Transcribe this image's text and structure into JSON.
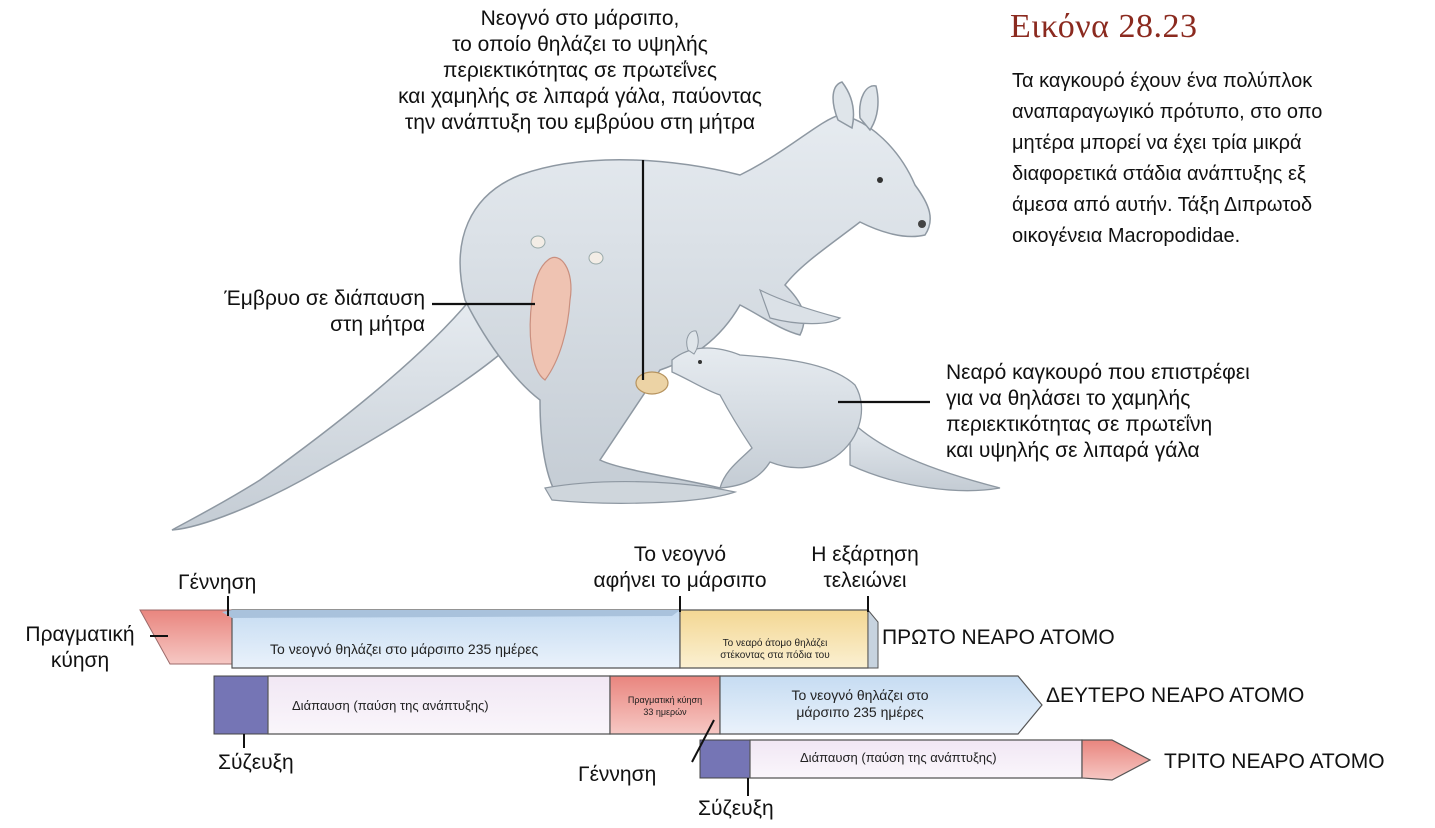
{
  "figure": {
    "title": "Εικόνα 28.23",
    "caption_lines": [
      "Τα καγκουρό έχουν ένα πολύπλοκ",
      "αναπαραγωγικό πρότυπο, στο οπο",
      "μητέρα μπορεί να έχει τρία μικρά",
      "διαφορετικά στάδια ανάπτυξης εξ",
      "άμεσα από αυτήν. Τάξη Διπρωτοδ",
      "οικογένεια Macropodidae."
    ]
  },
  "annotations": {
    "pouch_newborn": [
      "Νεογνό στο μάρσιπο,",
      "το οποίο θηλάζει το υψηλής",
      "περιεκτικότητας σε πρωτεΐνες",
      "και χαμηλής σε λιπαρά γάλα, παύοντας",
      "την ανάπτυξη του εμβρύου στη μήτρα"
    ],
    "diapause_embryo": [
      "Έμβρυο σε διάπαυση",
      "στη μήτρα"
    ],
    "young_joey": [
      "Νεαρό καγκουρό που επιστρέφει",
      "για να θηλάσει το χαμηλής",
      "περιεκτικότητας σε πρωτεΐνη",
      "και υψηλής σε λιπαρά γάλα"
    ]
  },
  "timeline": {
    "left_label": [
      "Πραγματική",
      "κύηση"
    ],
    "birth_top": "Γέννηση",
    "leaves_pouch": [
      "Το νεογνό",
      "αφήνει το μάρσιπο"
    ],
    "dependence_ends": [
      "Η εξάρτηση",
      "τελειώνει"
    ],
    "mating_1": "Σύζευξη",
    "birth_2": "Γέννηση",
    "mating_2": "Σύζευξη",
    "rows": [
      {
        "name": "ΠΡΩΤΟ ΝΕΑΡΟ ΑΤΟΜΟ",
        "main_text": "Το νεογνό θηλάζει στο μάρσιπο 235 ημέρες",
        "end_text": [
          "Το νεαρό άτομο θηλάζει",
          "στέκοντας στα πόδια του"
        ]
      },
      {
        "name": "ΔΕΥΤΕΡΟ ΝΕΑΡΟ ΑΤΟΜΟ",
        "main_text": "Διάπαυση (παύση της ανάπτυξης)",
        "mid_text": [
          "Πραγματική κύηση",
          "33 ημερών"
        ],
        "end_text": [
          "Το νεογνό θηλάζει στο",
          "μάρσιπο 235 ημέρες"
        ]
      },
      {
        "name": "ΤΡΙΤΟ ΝΕΑΡΟ ΑΤΟΜΟ",
        "main_text": "Διάπαυση (παύση της ανάπτυξης)"
      }
    ]
  },
  "colors": {
    "caption_title": "#8b2a1f",
    "kangaroo_fill": "#d9e0e6",
    "kangaroo_shadow": "#a9b3bd",
    "gestation_red": "#e07a74",
    "pouch_blue": "#b9d2ec",
    "diapause_lavender": "#eadff0",
    "purple_face": "#6f6fb0",
    "standing_yellow": "#f4dfa3"
  }
}
